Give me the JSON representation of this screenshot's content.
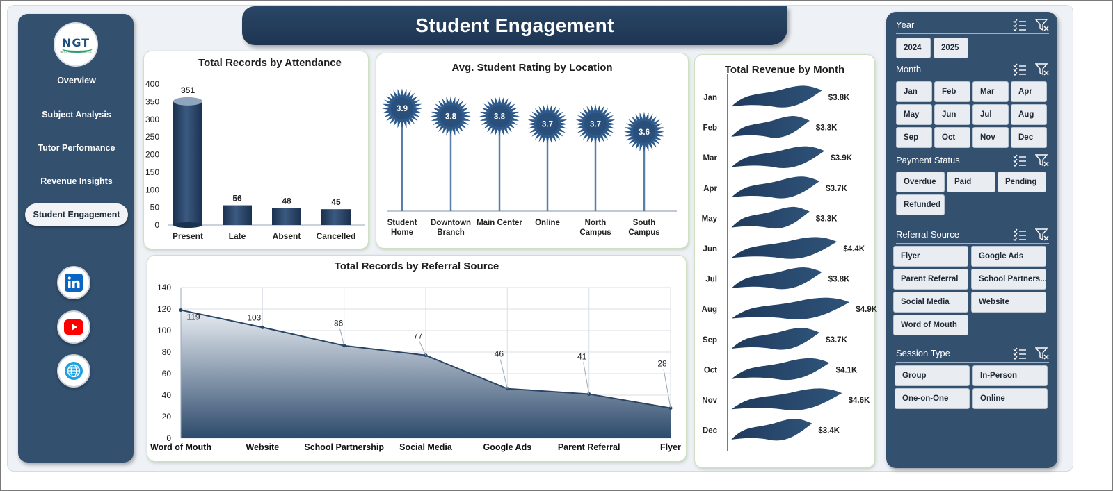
{
  "header": {
    "title": "Student Engagement"
  },
  "logo": {
    "mark": "NGT",
    "sub": "BEST NGO TEMPLATES"
  },
  "nav": {
    "items": [
      {
        "label": "Overview"
      },
      {
        "label": "Subject Analysis"
      },
      {
        "label": "Tutor Performance"
      },
      {
        "label": "Revenue Insights"
      },
      {
        "label": "Student Engagement",
        "active": true
      }
    ],
    "social": [
      {
        "icon": "linkedin-icon",
        "color": "#0a66c2"
      },
      {
        "icon": "youtube-icon",
        "color": "#ff0000"
      },
      {
        "icon": "globe-icon",
        "color": "#1da1e2"
      }
    ]
  },
  "colors": {
    "navy": "#33506f",
    "series": "#2a4665",
    "header": "#1d3553"
  },
  "chart_data": [
    {
      "id": "attendance",
      "type": "bar",
      "title": "Total Records by Attendance",
      "categories": [
        "Present",
        "Late",
        "Absent",
        "Cancelled"
      ],
      "values": [
        351,
        56,
        48,
        45
      ],
      "ylim": [
        0,
        400
      ],
      "yticks": [
        0,
        50,
        100,
        150,
        200,
        250,
        300,
        350,
        400
      ]
    },
    {
      "id": "rating",
      "type": "bar",
      "title": "Avg. Student Rating by Location",
      "categories": [
        "Student Home",
        "Downtown Branch",
        "Main Center",
        "Online",
        "North Campus",
        "South Campus"
      ],
      "values": [
        3.9,
        3.8,
        3.8,
        3.7,
        3.7,
        3.6
      ]
    },
    {
      "id": "referral",
      "type": "area",
      "title": "Total Records by Referral Source",
      "categories": [
        "Word of Mouth",
        "Website",
        "School Partnership",
        "Social Media",
        "Google Ads",
        "Parent Referral",
        "Flyer"
      ],
      "values": [
        119,
        103,
        86,
        77,
        46,
        41,
        28
      ],
      "ylim": [
        0,
        140
      ],
      "yticks": [
        0,
        20,
        40,
        60,
        80,
        100,
        120,
        140
      ],
      "grid": true
    },
    {
      "id": "revenue",
      "type": "bar",
      "title": "Total Revenue  by Month",
      "categories": [
        "Jan",
        "Feb",
        "Mar",
        "Apr",
        "May",
        "Jun",
        "Jul",
        "Aug",
        "Sep",
        "Oct",
        "Nov",
        "Dec"
      ],
      "values": [
        3.8,
        3.3,
        3.9,
        3.7,
        3.3,
        4.4,
        3.8,
        4.9,
        3.7,
        4.1,
        4.6,
        3.4
      ],
      "labels": [
        "$3.8K",
        "$3.3K",
        "$3.9K",
        "$3.7K",
        "$3.3K",
        "$4.4K",
        "$3.8K",
        "$4.9K",
        "$3.7K",
        "$4.1K",
        "$4.6K",
        "$3.4K"
      ],
      "unit": "K"
    }
  ],
  "slicers": {
    "year": {
      "label": "Year",
      "options": [
        "2024",
        "2025"
      ]
    },
    "month": {
      "label": "Month",
      "options": [
        "Jan",
        "Feb",
        "Mar",
        "Apr",
        "May",
        "Jun",
        "Jul",
        "Aug",
        "Sep",
        "Oct",
        "Nov",
        "Dec"
      ]
    },
    "payment": {
      "label": "Payment Status",
      "options": [
        "Overdue",
        "Paid",
        "Pending",
        "Refunded"
      ]
    },
    "referral": {
      "label": "Referral Source",
      "options": [
        "Flyer",
        "Google Ads",
        "Parent Referral",
        "School Partners...",
        "Social Media",
        "Website",
        "Word of Mouth"
      ]
    },
    "session": {
      "label": "Session Type",
      "options": [
        "Group",
        "In-Person",
        "One-on-One",
        "Online"
      ]
    }
  }
}
